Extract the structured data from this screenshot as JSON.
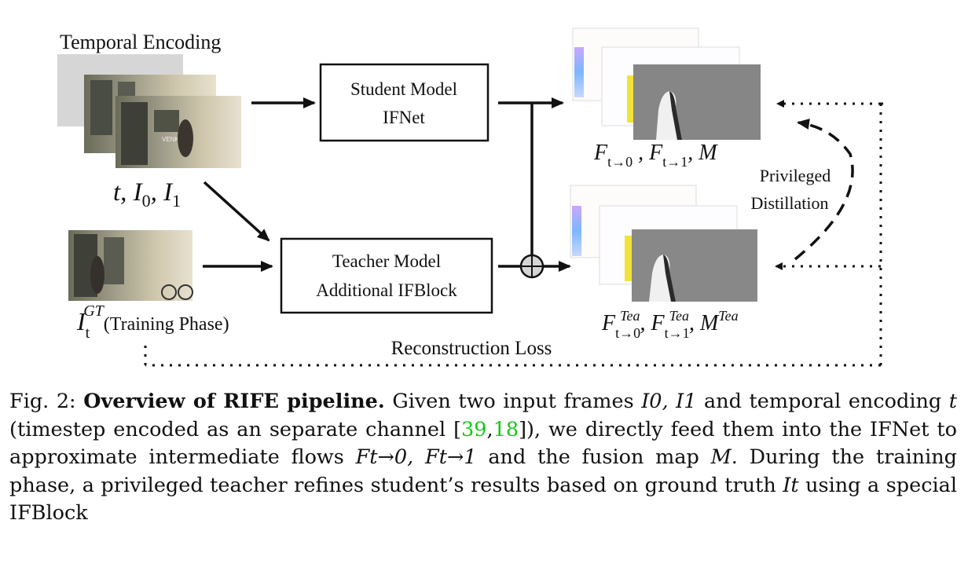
{
  "diagram": {
    "temporal_encoding": "Temporal Encoding",
    "student_line1": "Student Model",
    "student_line2": "IFNet",
    "teacher_line1": "Teacher Model",
    "teacher_line2": "Additional IFBlock",
    "input_label": "t, I0, I1",
    "gt_label": "(Training Phase)",
    "student_out_label": "Ft→0 , Ft→1, M",
    "teacher_out_label": "Ft→0Tea, Ft→1Tea, MTea",
    "privileged_line1": "Privileged",
    "privileged_line2": "Distillation",
    "recon_loss": "Reconstruction Loss"
  },
  "caption": {
    "fig": "Fig. 2:",
    "title": "Overview of RIFE pipeline.",
    "p1": "Given two input frames",
    "frames": "I0, I1",
    "p2": "and temporal encoding",
    "t": "t",
    "p3": "(timestep encoded as an separate channel [",
    "ref1": "39",
    "ref_sep": ",",
    "ref2": "18",
    "p4": "]), we directly feed them into the IFNet to approximate intermediate flows",
    "flows": "Ft→0, Ft→1",
    "p5": "and the fusion map",
    "M": "M",
    "p6": ". During the training phase, a privileged teacher refines student’s results based on ground truth",
    "It": "It",
    "p7": "using a special IFBlock"
  }
}
